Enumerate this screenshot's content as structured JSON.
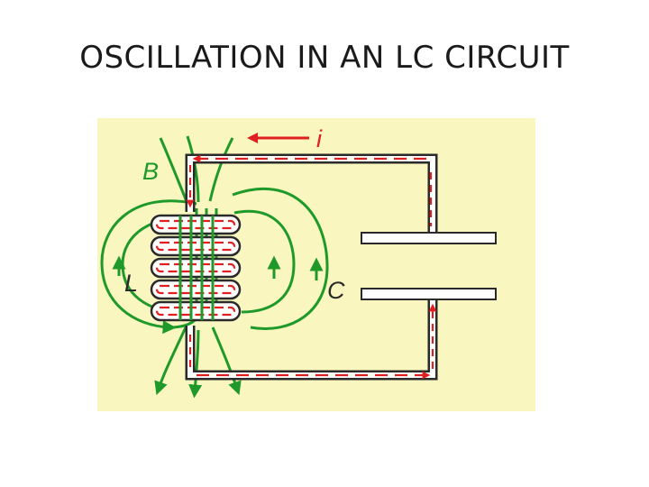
{
  "title": "OSCILLATION IN AN LC CIRCUIT",
  "diagram": {
    "current_label": "i",
    "field_label": "B",
    "inductor_label": "L",
    "capacitor_label": "C",
    "colors": {
      "background": "#f9f6c0",
      "field_lines": "#1f9a2a",
      "current": "#e02020",
      "wire": "#2a2a2a",
      "wire_fill": "#ffffff",
      "plate_fill": "#ffffff",
      "coil_fill": "#ffffff"
    }
  }
}
